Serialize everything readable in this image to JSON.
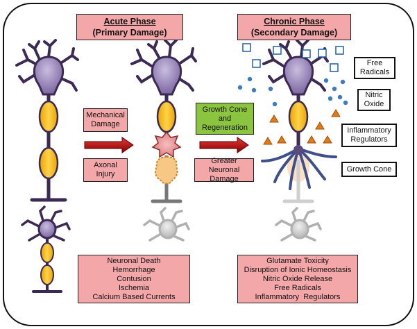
{
  "acute": {
    "title": "Acute Phase",
    "subtitle": "(Primary Damage)",
    "mechanical": "Mechanical Damage",
    "axonal": "Axonal Injury",
    "summary": [
      "Neuronal Death",
      "Hemorrhage",
      "Contusion",
      "Ischemia",
      "Calcium Based Currents"
    ]
  },
  "middle": {
    "growth": "Growth Cone and Regeneration",
    "greater": "Greater Neuronal Damage"
  },
  "chronic": {
    "title": "Chronic Phase",
    "subtitle": "(Secondary Damage)",
    "labels": {
      "free_radicals": "Free Radicals",
      "nitric_oxide": "Nitric Oxide",
      "inflammatory": "Inflammatory Regulators",
      "growth_cone": "Growth Cone"
    },
    "summary": [
      "Glutamate Toxicity",
      "Disruption of Ionic Homeostasis",
      "Nitric Oxide Release",
      "Free Radicals",
      "Inflammatory  Regulators"
    ]
  },
  "colors": {
    "neuron": "#8a76a6",
    "neuron_dark": "#3b2a54",
    "myelin": "#f5b400",
    "box_pink": "#f4a7a9",
    "box_green": "#8bc53f",
    "arrow": "#c00000",
    "dot_blue": "#3d7dbd",
    "triangle": "#e07a1f",
    "square": "#1f5fa8",
    "faded": "#b0b0b0"
  }
}
